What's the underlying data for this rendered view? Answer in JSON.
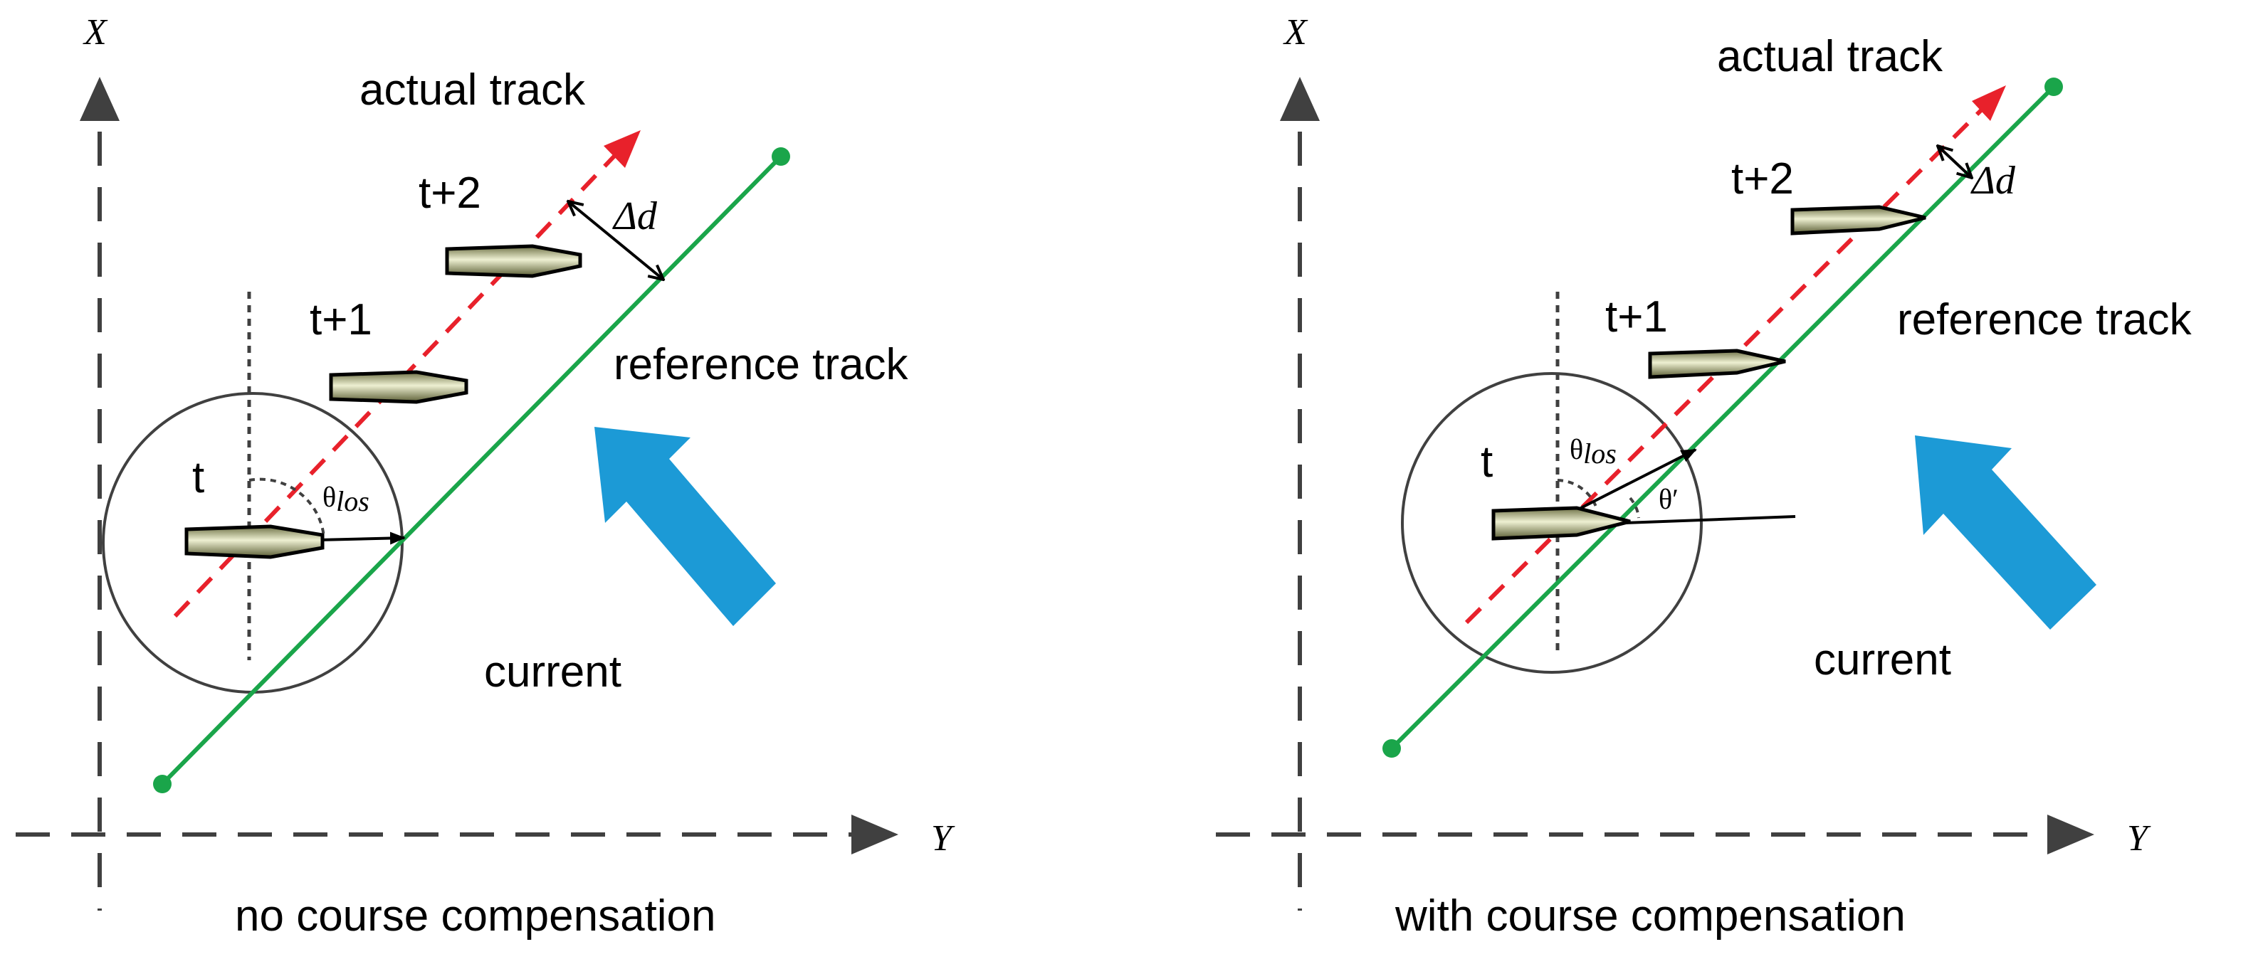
{
  "left": {
    "axis_x": "X",
    "axis_y": "Y",
    "actual_track": "actual track",
    "reference_track": "reference track",
    "t": "t",
    "t1": "t+1",
    "t2": "t+2",
    "delta": "Δd",
    "theta": "θ",
    "theta_sub": "los",
    "current": "current",
    "caption": "no course compensation"
  },
  "right": {
    "axis_x": "X",
    "axis_y": "Y",
    "actual_track": "actual track",
    "reference_track": "reference track",
    "t": "t",
    "t1": "t+1",
    "t2": "t+2",
    "delta": "Δd",
    "theta": "θ",
    "theta_sub": "los",
    "theta_prime": "θ′",
    "current": "current",
    "caption": "with course compensation"
  },
  "colors": {
    "reference_track": "#1aa54a",
    "actual_track": "#e8212b",
    "current_arrow": "#1c9ad6",
    "axis": "#404040",
    "vessel_fill": "#c9caa0"
  }
}
